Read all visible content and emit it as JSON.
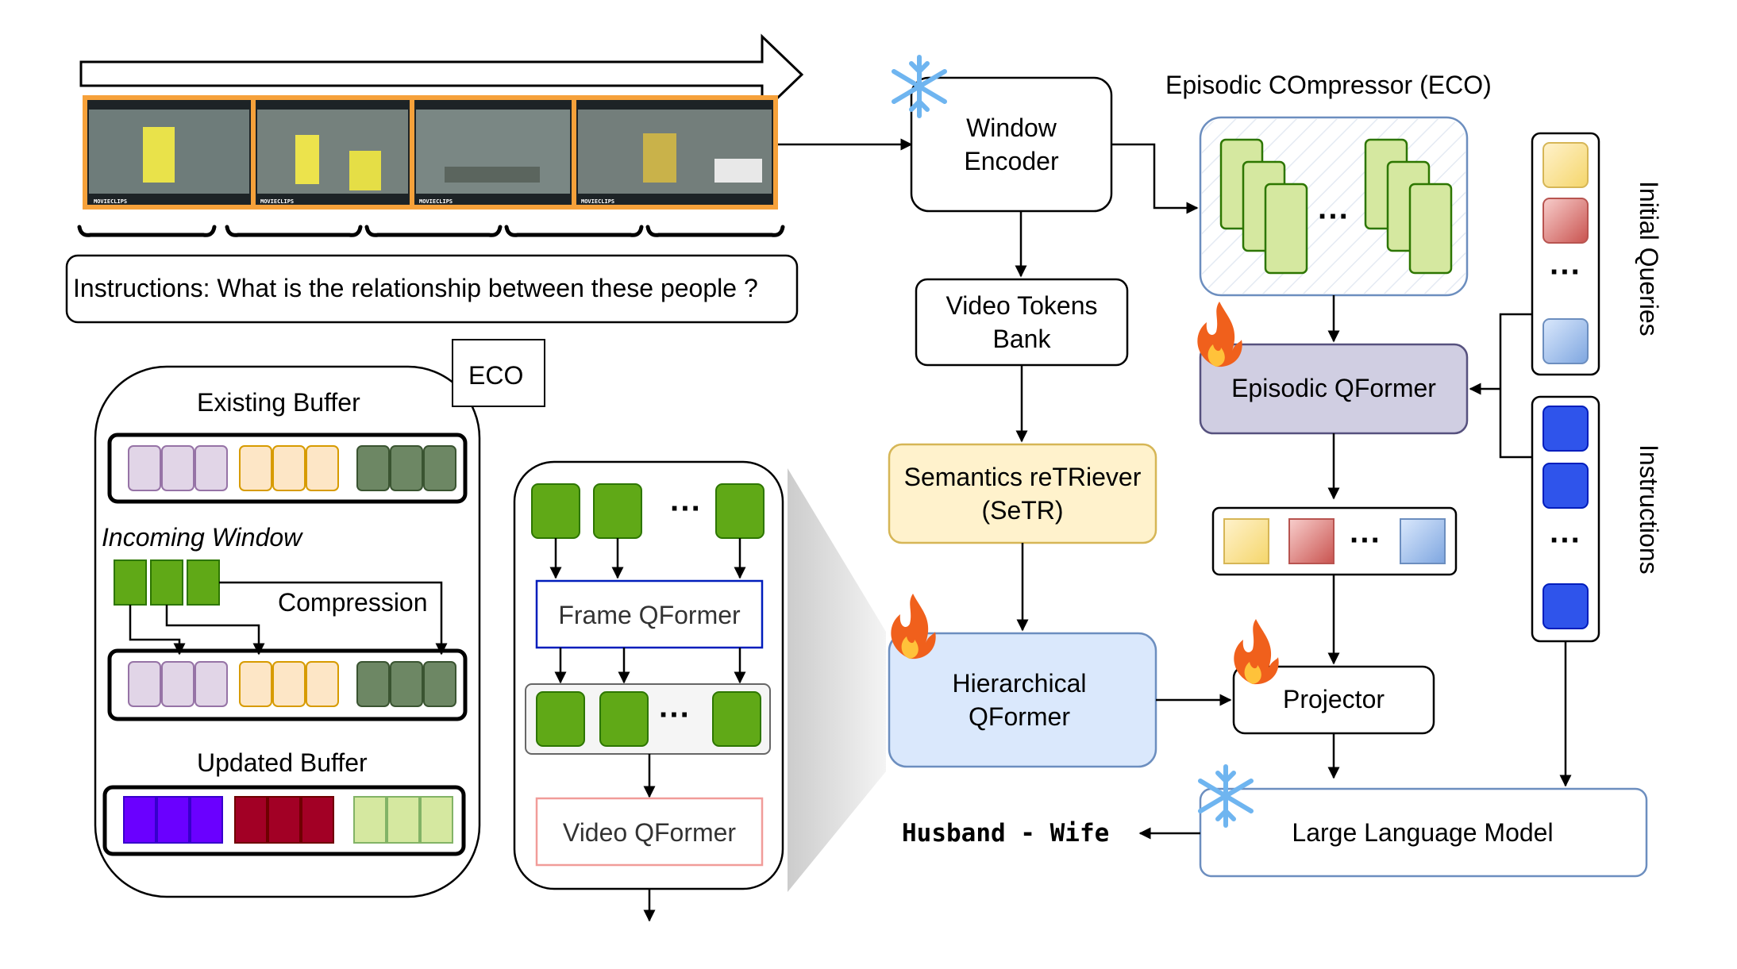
{
  "video": {
    "watermark": "MOVIECLIPS",
    "frame_count": 4,
    "instruction_text": "Instructions: What is the relationship between these people ?"
  },
  "eco_panel": {
    "tag": "ECO",
    "existing_buffer": "Existing Buffer",
    "incoming_window": "Incoming Window",
    "compression": "Compression",
    "updated_buffer": "Updated Buffer"
  },
  "hier_panel": {
    "dots": "···",
    "frame_qformer": "Frame QFormer",
    "video_qformer": "Video QFormer"
  },
  "pipeline": {
    "window_encoder": [
      "Window",
      "Encoder"
    ],
    "video_tokens_bank": [
      "Video Tokens",
      "Bank"
    ],
    "setr": [
      "Semantics reTRiever",
      "(SeTR)"
    ],
    "hierarchical_qformer": [
      "Hierarchical",
      "QFormer"
    ],
    "eco_title": "Episodic COmpressor (ECO)",
    "episodic_qformer": "Episodic QFormer",
    "projector": "Projector",
    "llm": "Large Language Model",
    "output": "Husband - Wife",
    "initial_queries": "Initial Queries",
    "instructions": "Instructions",
    "dots": "···"
  },
  "colors": {
    "purple_light": "#e1d5e7",
    "peach": "#fde6c6",
    "dark_green": "#6d8764",
    "bright_green": "#60a917",
    "lime": "#d5e8a0",
    "violet": "#6a00ff",
    "maroon": "#a20025",
    "blue_token": "#2f54eb",
    "setr_fill": "#fff2cc",
    "hier_fill": "#dae8fc",
    "episodic_fill": "#d0cee2",
    "fire": "#f0601c",
    "snow": "#6fb5f0"
  }
}
